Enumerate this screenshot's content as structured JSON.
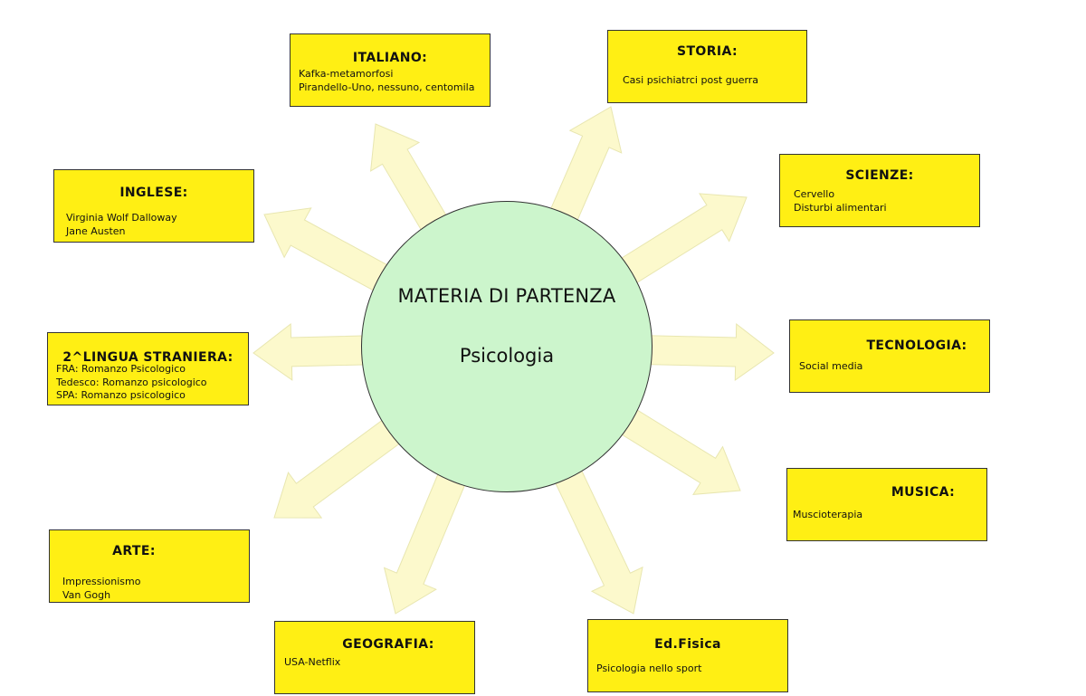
{
  "center": {
    "title": "MATERIA DI PARTENZA",
    "subject": "Psicologia"
  },
  "colors": {
    "box": "#ffef14",
    "center": "#ccf5cc",
    "arrow": "#fcf9cc",
    "arrow_stroke": "#e8e6b0"
  },
  "nodes": {
    "italiano": {
      "title": "ITALIANO:",
      "lines": [
        "Kafka-metamorfosi",
        "Pirandello-Uno, nessuno, centomila"
      ]
    },
    "storia": {
      "title": "STORIA:",
      "lines": [
        "Casi psichiatrci post guerra"
      ]
    },
    "inglese": {
      "title": "INGLESE:",
      "lines": [
        "Virginia Wolf Dalloway",
        "Jane Austen"
      ]
    },
    "scienze": {
      "title": "SCIENZE:",
      "lines": [
        "Cervello",
        "Disturbi alimentari"
      ]
    },
    "lingua": {
      "title": "2^LINGUA STRANIERA:",
      "lines": [
        "FRA: Romanzo Psicologico",
        "Tedesco:  Romanzo psicologico",
        "SPA: Romanzo psicologico"
      ]
    },
    "tecnologia": {
      "title": "TECNOLOGIA:",
      "lines": [
        "Social media"
      ]
    },
    "musica": {
      "title": "MUSICA:",
      "lines": [
        "Muscioterapia"
      ]
    },
    "arte": {
      "title": "ARTE:",
      "lines": [
        "Impressionismo",
        "Van Gogh"
      ]
    },
    "geografia": {
      "title": "GEOGRAFIA:",
      "lines": [
        "USA-Netflix"
      ]
    },
    "edfisica": {
      "title": "Ed.Fisica",
      "lines": [
        "Psicologia nello sport"
      ]
    }
  }
}
